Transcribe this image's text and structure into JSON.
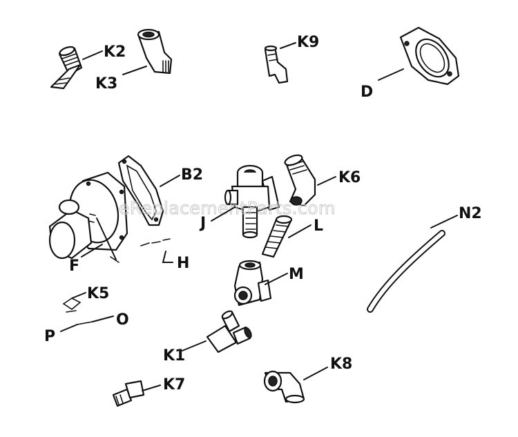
{
  "watermark": "eReplacementParts.com",
  "labels": {
    "K2": "K2",
    "K3": "K3",
    "K9": "K9",
    "D": "D",
    "B2": "B2",
    "K6": "K6",
    "J": "J",
    "L": "L",
    "N2": "N2",
    "F": "F",
    "H": "H",
    "M": "M",
    "K5": "K5",
    "O": "O",
    "P": "P",
    "K1": "K1",
    "K7": "K7",
    "K8": "K8"
  }
}
